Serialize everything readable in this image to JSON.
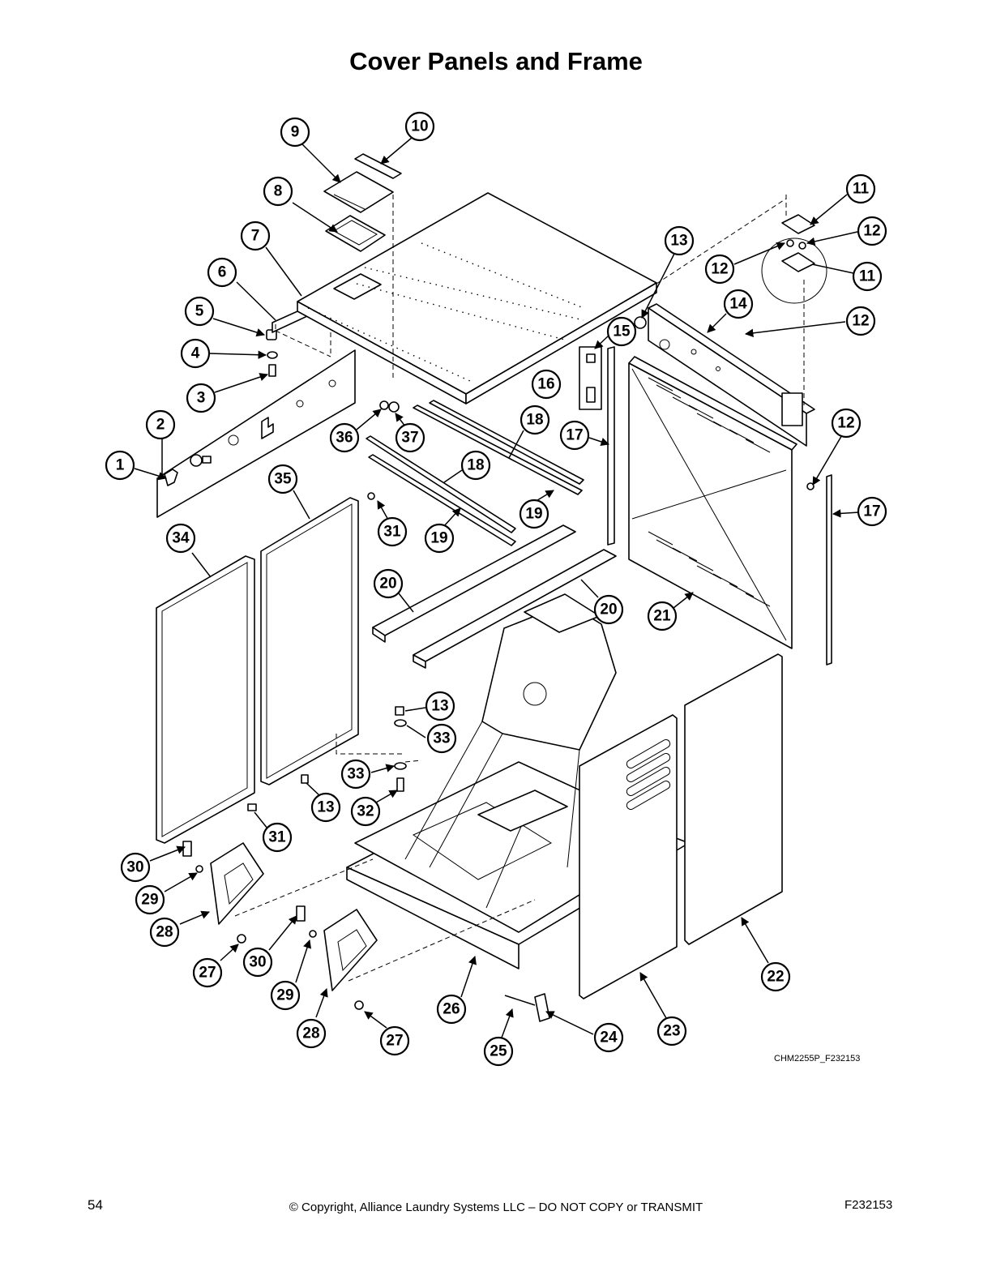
{
  "title": "Cover Panels and Frame",
  "figure_code": "CHM2255P_F232153",
  "footer": {
    "page_number": "54",
    "copyright": "© Copyright, Alliance Laundry Systems LLC – DO NOT COPY or TRANSMIT",
    "doc_number": "F232153"
  },
  "callouts": [
    "1",
    "2",
    "3",
    "4",
    "5",
    "6",
    "7",
    "8",
    "9",
    "10",
    "11",
    "12",
    "13",
    "14",
    "15",
    "16",
    "17",
    "18",
    "19",
    "20",
    "21",
    "22",
    "23",
    "24",
    "25",
    "26",
    "27",
    "28",
    "29",
    "30",
    "31",
    "32",
    "33",
    "34",
    "35",
    "36",
    "37"
  ]
}
